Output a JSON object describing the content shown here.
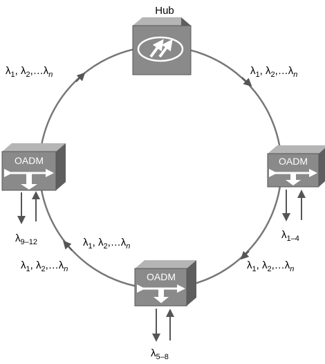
{
  "hub": {
    "label": "Hub"
  },
  "oadm_label": "OADM",
  "wavelength_labels": {
    "all": {
      "parts": [
        "λ",
        "1",
        ", λ",
        "2",
        ",…λ",
        "n"
      ]
    },
    "left_drop": {
      "base": "λ",
      "sub": "9–12"
    },
    "right_drop": {
      "base": "λ",
      "sub": "1–4"
    },
    "bottom_drop": {
      "base": "λ",
      "sub": "5–8"
    }
  },
  "colors": {
    "ring": "#777777",
    "box_face": "#8a8a8a",
    "box_top": "#b5b5b5",
    "box_side": "#5e5e5e",
    "arrow": "#666666",
    "text": "#000000"
  }
}
